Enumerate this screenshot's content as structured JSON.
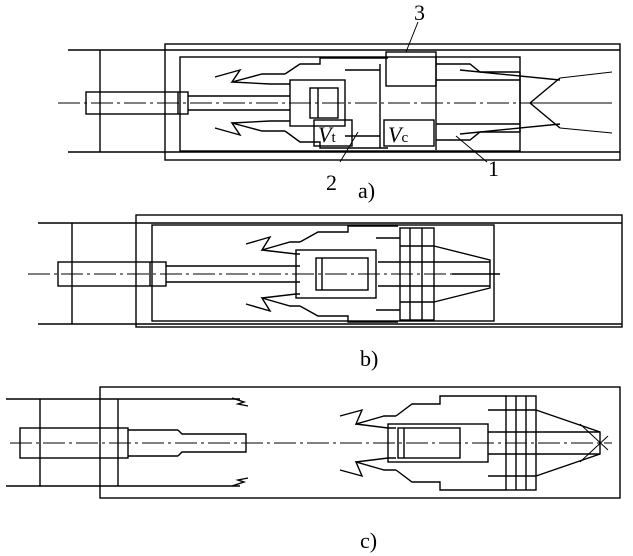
{
  "figure": {
    "panels": [
      {
        "caption": "a)",
        "labels": {
          "part_3": "3",
          "part_2": "2",
          "part_1": "1"
        },
        "volumes": [
          {
            "symbol": "V",
            "subscript": "t"
          },
          {
            "symbol": "V",
            "subscript": "c"
          }
        ]
      },
      {
        "caption": "b)"
      },
      {
        "caption": "c)"
      }
    ]
  }
}
